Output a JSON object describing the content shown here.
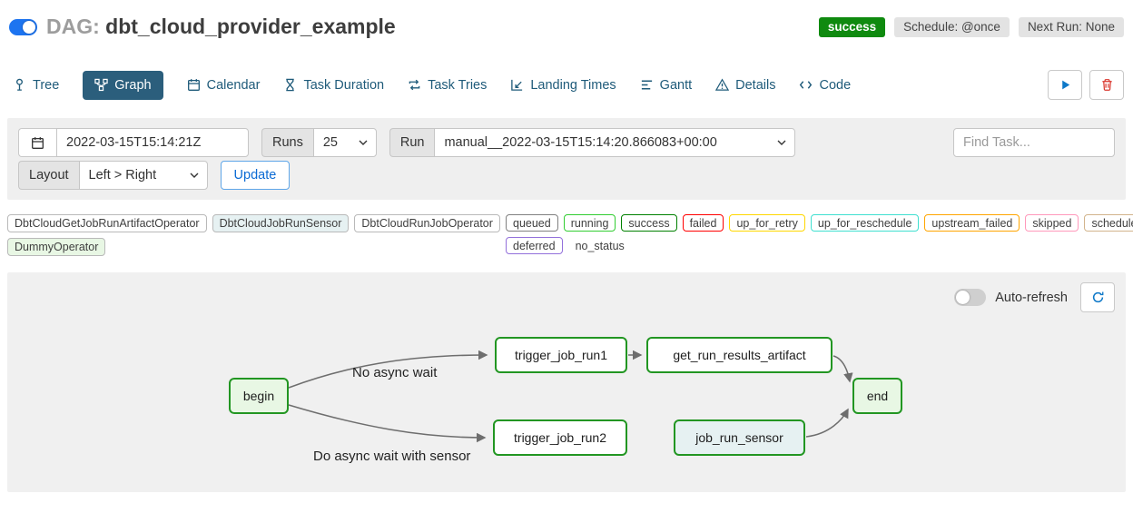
{
  "header": {
    "dag_prefix": "DAG:",
    "dag_name": "dbt_cloud_provider_example",
    "status_badge": "success",
    "schedule_badge": "Schedule: @once",
    "next_run_badge": "Next Run: None"
  },
  "tabs": {
    "tree": "Tree",
    "graph": "Graph",
    "calendar": "Calendar",
    "task_duration": "Task Duration",
    "task_tries": "Task Tries",
    "landing_times": "Landing Times",
    "gantt": "Gantt",
    "details": "Details",
    "code": "Code"
  },
  "filters": {
    "base_date": "2022-03-15T15:14:21Z",
    "runs_label": "Runs",
    "runs_value": "25",
    "run_label": "Run",
    "run_value": "manual__2022-03-15T15:14:20.866083+00:00",
    "find_task_placeholder": "Find Task...",
    "layout_label": "Layout",
    "layout_value": "Left > Right",
    "update_button": "Update"
  },
  "legend": {
    "operators": [
      {
        "label": "DbtCloudGetJobRunArtifactOperator",
        "bg": "#ffffff"
      },
      {
        "label": "DbtCloudJobRunSensor",
        "bg": "#e6f1f2"
      },
      {
        "label": "DbtCloudRunJobOperator",
        "bg": "#ffffff"
      },
      {
        "label": "DummyOperator",
        "bg": "#e8f7e4"
      }
    ],
    "statuses": [
      {
        "label": "queued",
        "color": "#808080"
      },
      {
        "label": "running",
        "color": "#32cd32"
      },
      {
        "label": "success",
        "color": "#008000"
      },
      {
        "label": "failed",
        "color": "#ff0000"
      },
      {
        "label": "up_for_retry",
        "color": "#ffd700"
      },
      {
        "label": "up_for_reschedule",
        "color": "#40e0d0"
      },
      {
        "label": "upstream_failed",
        "color": "#ffa500"
      },
      {
        "label": "skipped",
        "color": "#ff99bb"
      },
      {
        "label": "scheduled",
        "color": "#d2b48c"
      },
      {
        "label": "deferred",
        "color": "#9370db"
      },
      {
        "label": "no_status",
        "color": "transparent"
      }
    ]
  },
  "graph": {
    "autorefresh_label": "Auto-refresh",
    "node_border_color": "#229622",
    "nodes": {
      "begin": {
        "label": "begin",
        "bg": "#e8f7e4"
      },
      "trigger_job_run1": {
        "label": "trigger_job_run1",
        "bg": "#ffffff"
      },
      "get_run_results_artifact": {
        "label": "get_run_results_artifact",
        "bg": "#ffffff"
      },
      "trigger_job_run2": {
        "label": "trigger_job_run2",
        "bg": "#ffffff"
      },
      "job_run_sensor": {
        "label": "job_run_sensor",
        "bg": "#e6f1f2"
      },
      "end": {
        "label": "end",
        "bg": "#e8f7e4"
      }
    },
    "edge_labels": {
      "top": "No async wait",
      "bottom": "Do async wait with sensor"
    }
  },
  "colors": {
    "accent_blue": "#0d78c8",
    "toggle_on_blue": "#1d74f0",
    "tab_active_bg": "#2b5e7c",
    "success_green": "#0f8a0f",
    "panel_gray": "#f0f0f0"
  }
}
